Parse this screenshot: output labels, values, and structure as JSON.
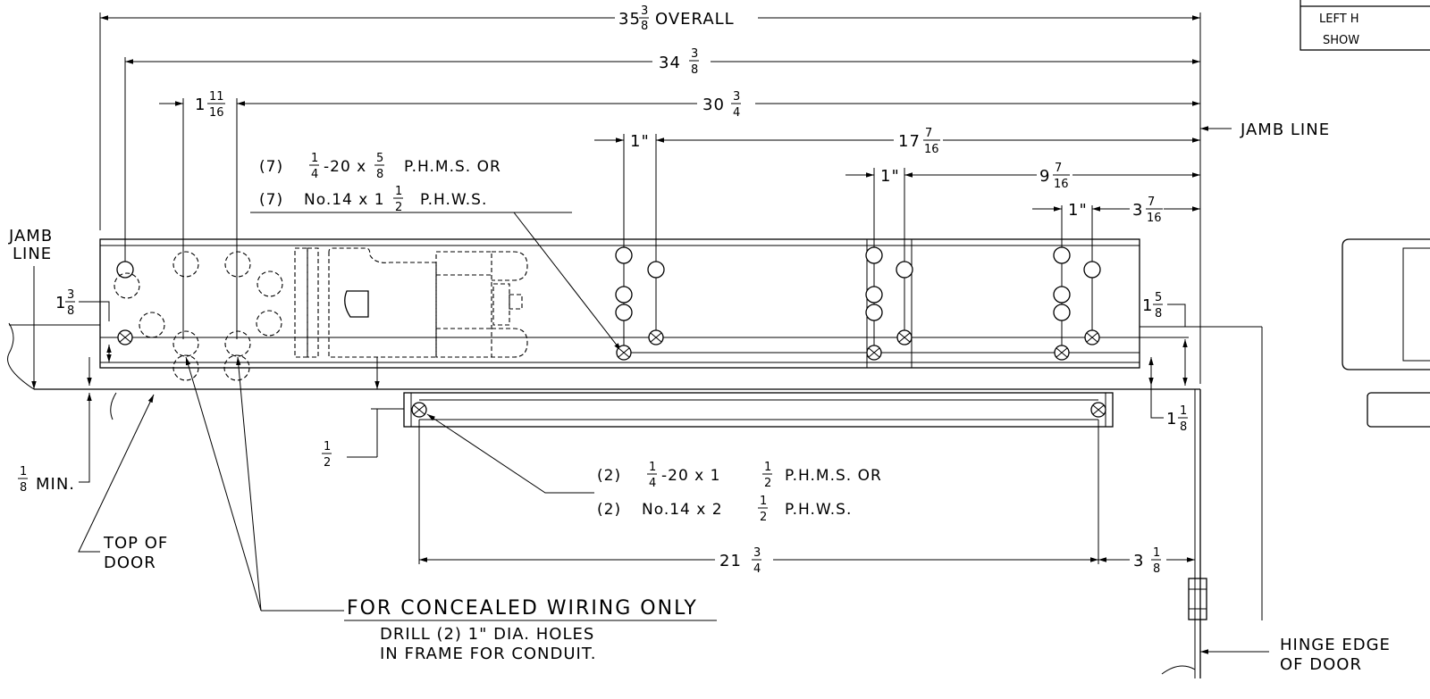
{
  "dimensions": {
    "overall": {
      "whole": "35",
      "num": "3",
      "den": "8",
      "suffix": "OVERALL"
    },
    "d_34_3_8": {
      "whole": "34",
      "num": "3",
      "den": "8"
    },
    "d_1_11_16": {
      "whole": "1",
      "num": "11",
      "den": "16"
    },
    "d_30_3_4": {
      "whole": "30",
      "num": "3",
      "den": "4"
    },
    "d_17_7_16": {
      "whole": "17",
      "num": "7",
      "den": "16"
    },
    "d_9_7_16": {
      "whole": "9",
      "num": "7",
      "den": "16"
    },
    "d_3_7_16": {
      "whole": "3",
      "num": "7",
      "den": "16"
    },
    "d_1in": "1\"",
    "d_1_3_8": {
      "whole": "1",
      "num": "3",
      "den": "8"
    },
    "d_1_5_8": {
      "whole": "1",
      "num": "5",
      "den": "8"
    },
    "d_1_1_8": {
      "whole": "1",
      "num": "1",
      "den": "8"
    },
    "d_1_2": {
      "num": "1",
      "den": "2"
    },
    "d_1_8_min": {
      "num": "1",
      "den": "8",
      "suffix": "MIN."
    },
    "d_21_3_4": {
      "whole": "21",
      "num": "3",
      "den": "4"
    },
    "d_3_1_8": {
      "whole": "3",
      "num": "1",
      "den": "8"
    }
  },
  "labels": {
    "jamb_line_right": "JAMB LINE",
    "jamb_line_left_1": "JAMB",
    "jamb_line_left_2": "LINE",
    "top_of_door_1": "TOP OF",
    "top_of_door_2": "DOOR",
    "hinge_edge_1": "HINGE EDGE",
    "hinge_edge_2": "OF DOOR",
    "wiring_title": "FOR CONCEALED WIRING ONLY",
    "wiring_line1": "DRILL (2) 1\" DIA. HOLES",
    "wiring_line2": "IN FRAME FOR CONDUIT."
  },
  "screws_frame": {
    "line1": {
      "qty": "(7)",
      "frac_num": "1",
      "frac_den": "4",
      "mid": "-20 x",
      "frac2_num": "5",
      "frac2_den": "8",
      "tail": "P.H.M.S. OR"
    },
    "line2": {
      "qty": "(7)",
      "pre": "No.14 x 1",
      "frac_num": "1",
      "frac_den": "2",
      "tail": "P.H.W.S."
    }
  },
  "screws_arm": {
    "line1": {
      "qty": "(2)",
      "frac_num": "1",
      "frac_den": "4",
      "mid": "-20 x 1",
      "frac2_num": "1",
      "frac2_den": "2",
      "tail": "P.H.M.S. OR"
    },
    "line2": {
      "qty": "(2)",
      "pre": "No.14 x 2",
      "frac_num": "1",
      "frac_den": "2",
      "tail": "P.H.W.S."
    }
  },
  "title_block": {
    "row1": "",
    "row2": "LEFT H",
    "row3": "SHOW"
  }
}
